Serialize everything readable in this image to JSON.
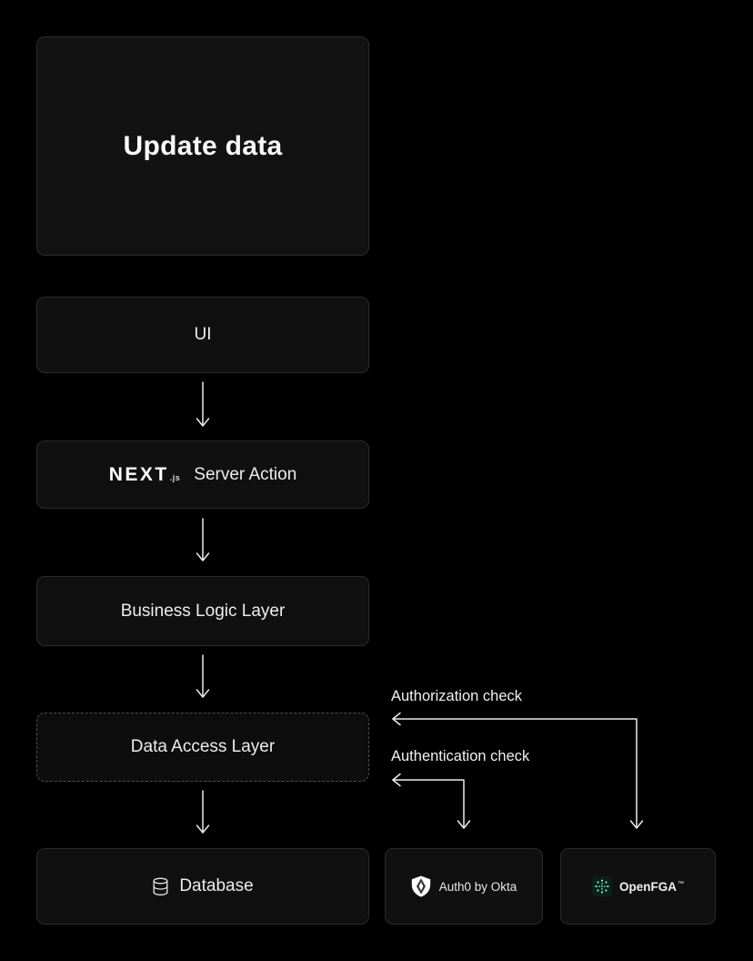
{
  "colors": {
    "background": "#000000",
    "box_fill": "#101010",
    "box_border": "#2b2b2b",
    "dashed_border": "#4d4d4d",
    "text": "#ededed",
    "arrow": "#ececec",
    "openfga_green": "#46c99a"
  },
  "title_box": {
    "label": "Update data"
  },
  "flow": {
    "ui": {
      "label": "UI"
    },
    "server_action": {
      "brand": "NEXT",
      "brand_suffix": ".js",
      "label": "Server Action"
    },
    "business_logic": {
      "label": "Business Logic Layer"
    },
    "data_access": {
      "label": "Data Access Layer"
    },
    "database": {
      "label": "Database"
    }
  },
  "checks": {
    "authorization": {
      "label": "Authorization check"
    },
    "authentication": {
      "label": "Authentication check"
    }
  },
  "services": {
    "auth0": {
      "label": "Auth0 by Okta"
    },
    "openfga": {
      "label": "OpenFGA",
      "trademark": "™"
    }
  }
}
